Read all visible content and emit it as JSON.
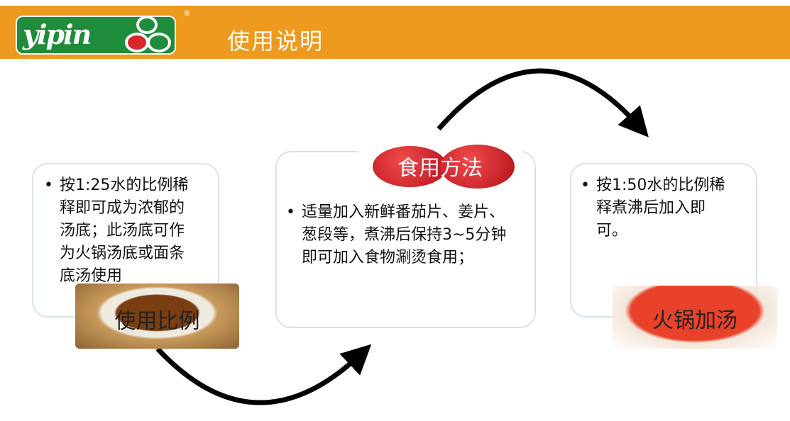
{
  "header": {
    "logo_text": "yipin",
    "registered_mark": "®",
    "title": "使用说明"
  },
  "left": {
    "text": "按1:25水的比例稀释即可成为浓郁的汤底；此汤底可作为火锅汤底或面条底汤使用",
    "image_caption": "使用比例"
  },
  "middle": {
    "heading": "食用方法",
    "text": "适量加入新鲜番茄片、姜片、葱段等，煮沸后保持3~5分钟即可加入食物涮烫食用；"
  },
  "right": {
    "text": "按1:50水的比例稀释煮沸后加入即可。",
    "image_caption": "火锅加汤"
  },
  "colors": {
    "header": "#EE9A1E",
    "logo": "#1E8C3A",
    "border": "#D6E3EA"
  }
}
